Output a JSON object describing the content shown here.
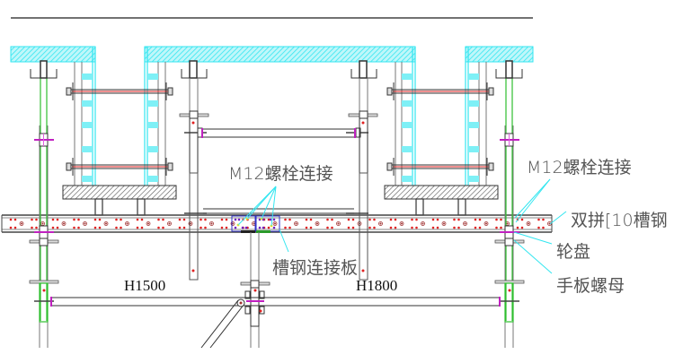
{
  "drawing": {
    "type": "formwork-support-section",
    "colors": {
      "line": "#333333",
      "cyan": "#33e6f0",
      "green": "#2fbf2f",
      "red": "#e02020",
      "magenta": "#c020c0",
      "blue": "#3030c8",
      "purple": "#7020c0",
      "yellow": "#f0e020"
    },
    "labels": {
      "bolt_connection_center": "M12螺栓连接",
      "bolt_connection_right": "M12螺栓连接",
      "channel_plate": "槽钢连接板",
      "double_channel": "双拼[10槽钢",
      "wheel_disc": "轮盘",
      "hand_nut": "手板螺母",
      "height_left": "H1500",
      "height_right": "H1800"
    }
  }
}
